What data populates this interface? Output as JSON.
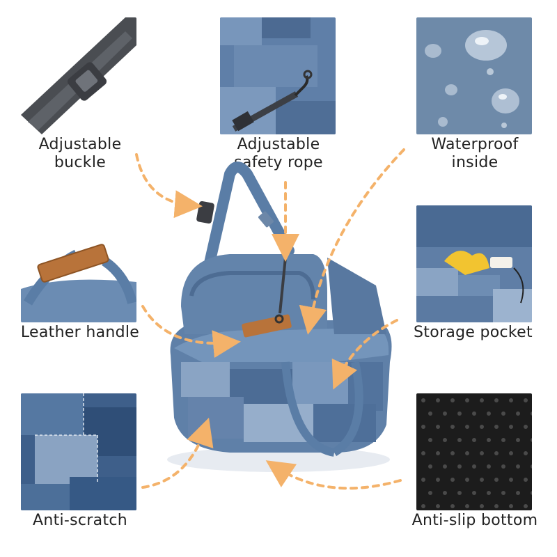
{
  "features": [
    {
      "id": "buckle",
      "label_line1": "Adjustable",
      "label_line2": "buckle"
    },
    {
      "id": "rope",
      "label_line1": "Adjustable",
      "label_line2": "safety rope"
    },
    {
      "id": "waterproof",
      "label_line1": "Waterproof",
      "label_line2": "inside"
    },
    {
      "id": "handle",
      "label_line1": "Leather handle",
      "label_line2": ""
    },
    {
      "id": "pocket",
      "label_line1": "Storage pocket",
      "label_line2": ""
    },
    {
      "id": "scratch",
      "label_line1": "Anti-scratch",
      "label_line2": ""
    },
    {
      "id": "slip",
      "label_line1": "Anti-slip bottom",
      "label_line2": ""
    }
  ],
  "colors": {
    "arrow": "#F4B26A",
    "denim_dark": "#4D6C93",
    "denim_mid": "#6E8DB3",
    "denim_light": "#9CB3CF",
    "leather": "#B8733A",
    "strap": "#5A7DA6",
    "black_mat": "#1C1C1C"
  },
  "icons": {
    "buckle_photo": "strap-buckle-photo",
    "rope_photo": "safety-rope-photo",
    "waterproof_photo": "water-droplets-photo",
    "handle_photo": "leather-handle-photo",
    "pocket_photo": "storage-pocket-photo",
    "scratch_photo": "denim-texture-photo",
    "slip_photo": "rubber-dots-photo"
  }
}
